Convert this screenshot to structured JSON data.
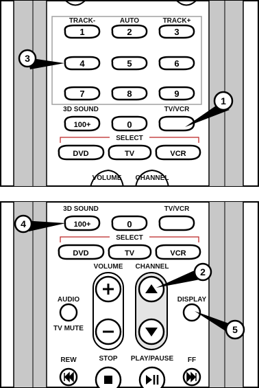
{
  "top_panel": {
    "labels": {
      "track_minus": "TRACK-",
      "auto": "AUTO",
      "track_plus": "TRACK+",
      "sound_3d": "3D SOUND",
      "tv_vcr": "TV/VCR",
      "select": "SELECT",
      "volume": "VOLUME",
      "channel": "CHANNEL"
    },
    "keys": {
      "k1": "1",
      "k2": "2",
      "k3": "3",
      "k4": "4",
      "k5": "5",
      "k6": "6",
      "k7": "7",
      "k8": "8",
      "k9": "9",
      "k100": "100+",
      "k0": "0",
      "dvd": "DVD",
      "tv": "TV",
      "vcr": "VCR"
    },
    "callouts": {
      "c3": "3",
      "c1": "1"
    }
  },
  "bottom_panel": {
    "labels": {
      "sound_3d": "3D SOUND",
      "tv_vcr": "TV/VCR",
      "select": "SELECT",
      "volume": "VOLUME",
      "channel": "CHANNEL",
      "audio": "AUDIO",
      "tv_mute": "TV MUTE",
      "display": "DISPLAY",
      "rew": "REW",
      "stop": "STOP",
      "play_pause": "PLAY/PAUSE",
      "ff": "FF"
    },
    "keys": {
      "k100": "100+",
      "k0": "0",
      "dvd": "DVD",
      "tv": "TV",
      "vcr": "VCR"
    },
    "callouts": {
      "c4": "4",
      "c2": "2",
      "c5": "5"
    }
  }
}
